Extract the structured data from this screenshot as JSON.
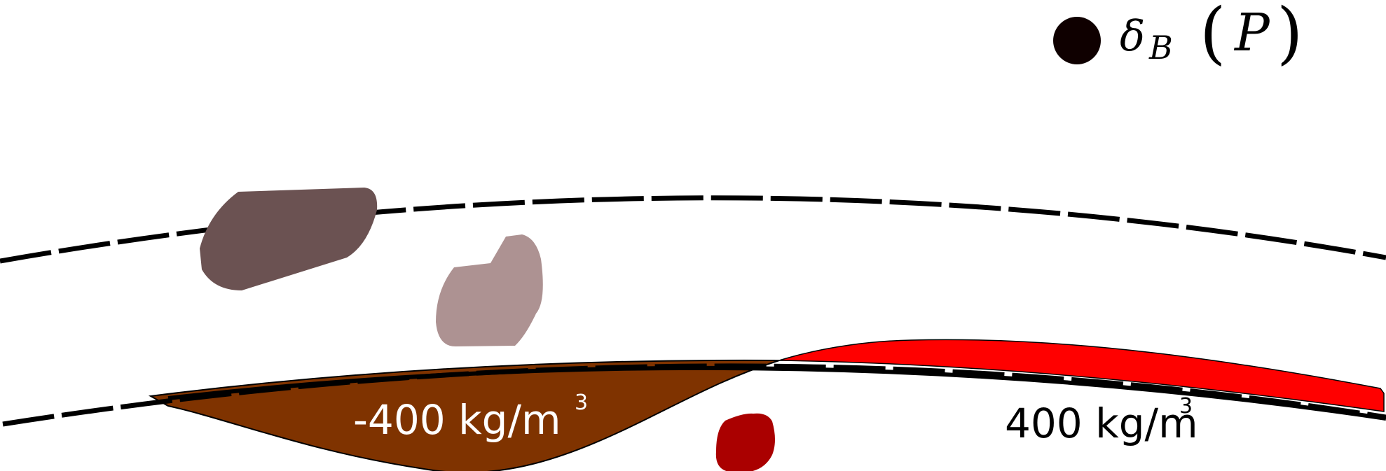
{
  "legend": {
    "symbol": "δ",
    "subscript": "B",
    "open_paren": "(",
    "argument": "P",
    "close_paren": ")"
  },
  "labels": {
    "negative_anomaly": {
      "value": "-400 kg/m",
      "exponent": "3"
    },
    "positive_anomaly": {
      "value": "400 kg/m",
      "exponent": "3"
    }
  },
  "colors": {
    "negative_layer": "#7f3300",
    "positive_layer": "#ff0000",
    "body_dark": "#6b5252",
    "body_light": "#ad9292",
    "body_red": "#aa0000",
    "legend_dot": "#0f0000"
  }
}
